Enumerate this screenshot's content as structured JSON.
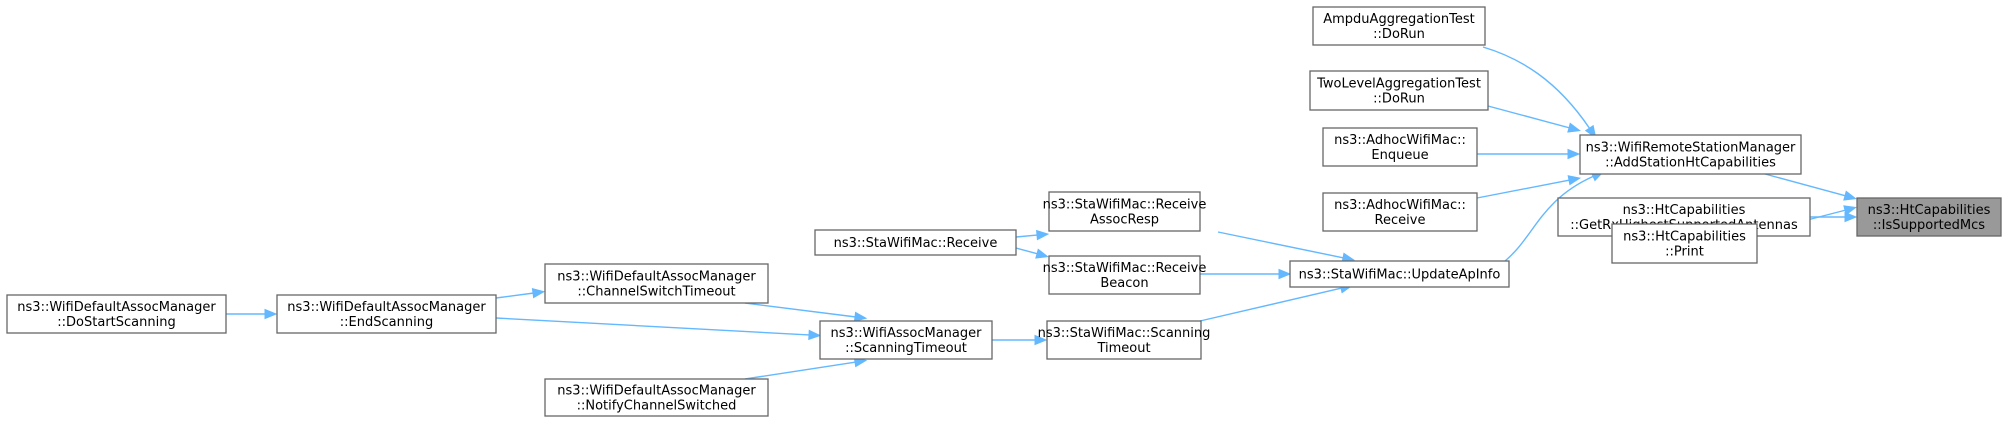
{
  "graph": {
    "colors": {
      "node_border": "#666666",
      "root_fill": "#999999",
      "edge": "#63b8ff"
    },
    "nodes": {
      "is_supported_mcs": {
        "lines": [
          "ns3::HtCapabilities",
          "::IsSupportedMcs"
        ]
      },
      "add_station_ht": {
        "lines": [
          "ns3::WifiRemoteStationManager",
          "::AddStationHtCapabilities"
        ]
      },
      "get_rx_highest": {
        "lines": [
          "ns3::HtCapabilities",
          "::GetRxHighestSupportedAntennas"
        ]
      },
      "print": {
        "lines": [
          "ns3::HtCapabilities",
          "::Print"
        ]
      },
      "ampdu_test": {
        "lines": [
          "AmpduAggregationTest",
          "::DoRun"
        ]
      },
      "two_level_test": {
        "lines": [
          "TwoLevelAggregationTest",
          "::DoRun"
        ]
      },
      "adhoc_enqueue": {
        "lines": [
          "ns3::AdhocWifiMac::",
          "Enqueue"
        ]
      },
      "adhoc_receive": {
        "lines": [
          "ns3::AdhocWifiMac::",
          "Receive"
        ]
      },
      "update_ap_info": {
        "lines": [
          "ns3::StaWifiMac::UpdateApInfo"
        ]
      },
      "receive_assoc_resp": {
        "lines": [
          "ns3::StaWifiMac::Receive",
          "AssocResp"
        ]
      },
      "receive_beacon": {
        "lines": [
          "ns3::StaWifiMac::Receive",
          "Beacon"
        ]
      },
      "scanning_timeout_sta": {
        "lines": [
          "ns3::StaWifiMac::Scanning",
          "Timeout"
        ]
      },
      "sta_receive": {
        "lines": [
          "ns3::StaWifiMac::Receive"
        ]
      },
      "scanning_timeout_mgr": {
        "lines": [
          "ns3::WifiAssocManager",
          "::ScanningTimeout"
        ]
      },
      "channel_switch_timeout": {
        "lines": [
          "ns3::WifiDefaultAssocManager",
          "::ChannelSwitchTimeout"
        ]
      },
      "notify_channel_switched": {
        "lines": [
          "ns3::WifiDefaultAssocManager",
          "::NotifyChannelSwitched"
        ]
      },
      "end_scanning": {
        "lines": [
          "ns3::WifiDefaultAssocManager",
          "::EndScanning"
        ]
      },
      "do_start_scanning": {
        "lines": [
          "ns3::WifiDefaultAssocManager",
          "::DoStartScanning"
        ]
      }
    },
    "edges": [
      {
        "from": "add_station_ht",
        "to": "is_supported_mcs"
      },
      {
        "from": "get_rx_highest",
        "to": "is_supported_mcs"
      },
      {
        "from": "print",
        "to": "is_supported_mcs"
      },
      {
        "from": "ampdu_test",
        "to": "add_station_ht"
      },
      {
        "from": "two_level_test",
        "to": "add_station_ht"
      },
      {
        "from": "adhoc_enqueue",
        "to": "add_station_ht"
      },
      {
        "from": "adhoc_receive",
        "to": "add_station_ht"
      },
      {
        "from": "update_ap_info",
        "to": "add_station_ht"
      },
      {
        "from": "receive_assoc_resp",
        "to": "update_ap_info"
      },
      {
        "from": "receive_beacon",
        "to": "update_ap_info"
      },
      {
        "from": "scanning_timeout_sta",
        "to": "update_ap_info"
      },
      {
        "from": "sta_receive",
        "to": "receive_assoc_resp"
      },
      {
        "from": "sta_receive",
        "to": "receive_beacon"
      },
      {
        "from": "scanning_timeout_mgr",
        "to": "scanning_timeout_sta"
      },
      {
        "from": "channel_switch_timeout",
        "to": "scanning_timeout_mgr"
      },
      {
        "from": "end_scanning",
        "to": "scanning_timeout_mgr"
      },
      {
        "from": "notify_channel_switched",
        "to": "scanning_timeout_mgr"
      },
      {
        "from": "end_scanning",
        "to": "channel_switch_timeout"
      },
      {
        "from": "do_start_scanning",
        "to": "end_scanning"
      }
    ]
  }
}
